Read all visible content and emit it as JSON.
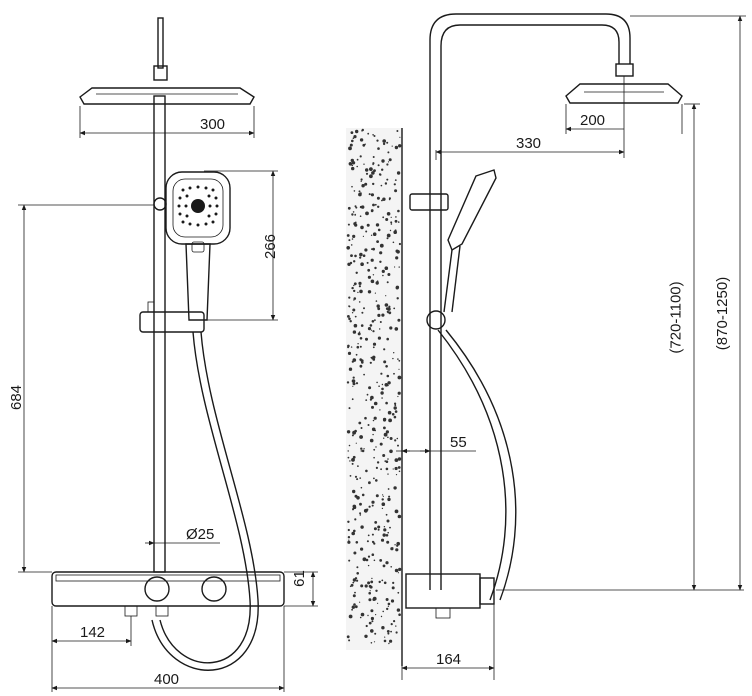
{
  "dimensions": {
    "head_diameter_front": "300",
    "handshower_height": "266",
    "total_height_to_handshower": "684",
    "pipe_diameter": "Ø25",
    "inlet_offset": "142",
    "mixer_width": "400",
    "mixer_height": "61",
    "arm_reach": "330",
    "head_diameter_side": "200",
    "wall_gap": "55",
    "mixer_depth": "164",
    "height_range_1": "(720-1100)",
    "height_range_2": "(870-1250)"
  }
}
